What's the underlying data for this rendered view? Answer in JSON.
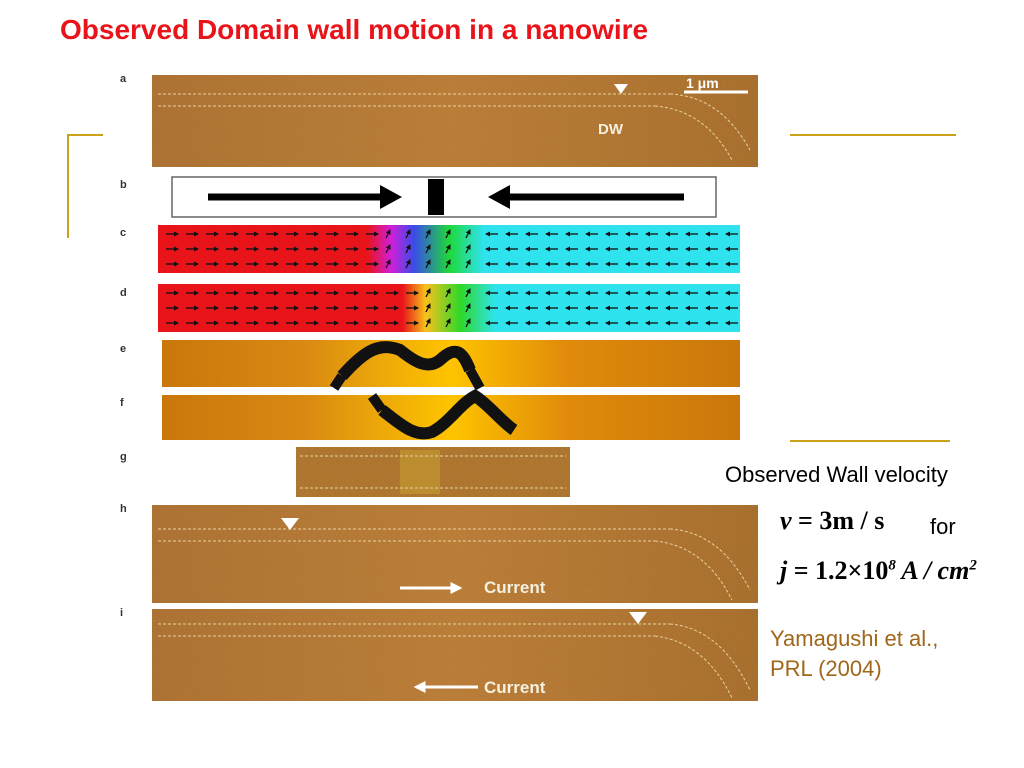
{
  "slide": {
    "title": "Observed Domain wall motion in a nanowire",
    "title_color": "#e8141a",
    "accent_line_color": "#c9a21a"
  },
  "figure": {
    "panel_letters": [
      "a",
      "b",
      "c",
      "d",
      "e",
      "f",
      "g",
      "h",
      "i"
    ],
    "scale_bar_label": "1 μm",
    "dw_label": "DW",
    "current_label": "Current",
    "panel_h_arrow": "right",
    "panel_i_arrow": "left",
    "colors": {
      "mfm_background": "#a86d26",
      "left_domain": "#e8141a",
      "right_domain": "#2fe3ee",
      "wall_orange": "#d4800a",
      "wall_yellow": "#ffc400"
    }
  },
  "annotation": {
    "velocity_heading": "Observed Wall velocity",
    "velocity_eq_lhs": "v",
    "velocity_eq_rhs": " = 3m / s",
    "for_label": "for",
    "current_eq_lhs": "j",
    "current_eq_mid": " = 1.2×10",
    "current_eq_exp": "8",
    "current_eq_unit": " A / cm",
    "current_eq_unit_exp": "2",
    "citation_line1": "Yamagushi et al.,",
    "citation_line2": "PRL (2004)",
    "citation_color": "#a0661a"
  }
}
